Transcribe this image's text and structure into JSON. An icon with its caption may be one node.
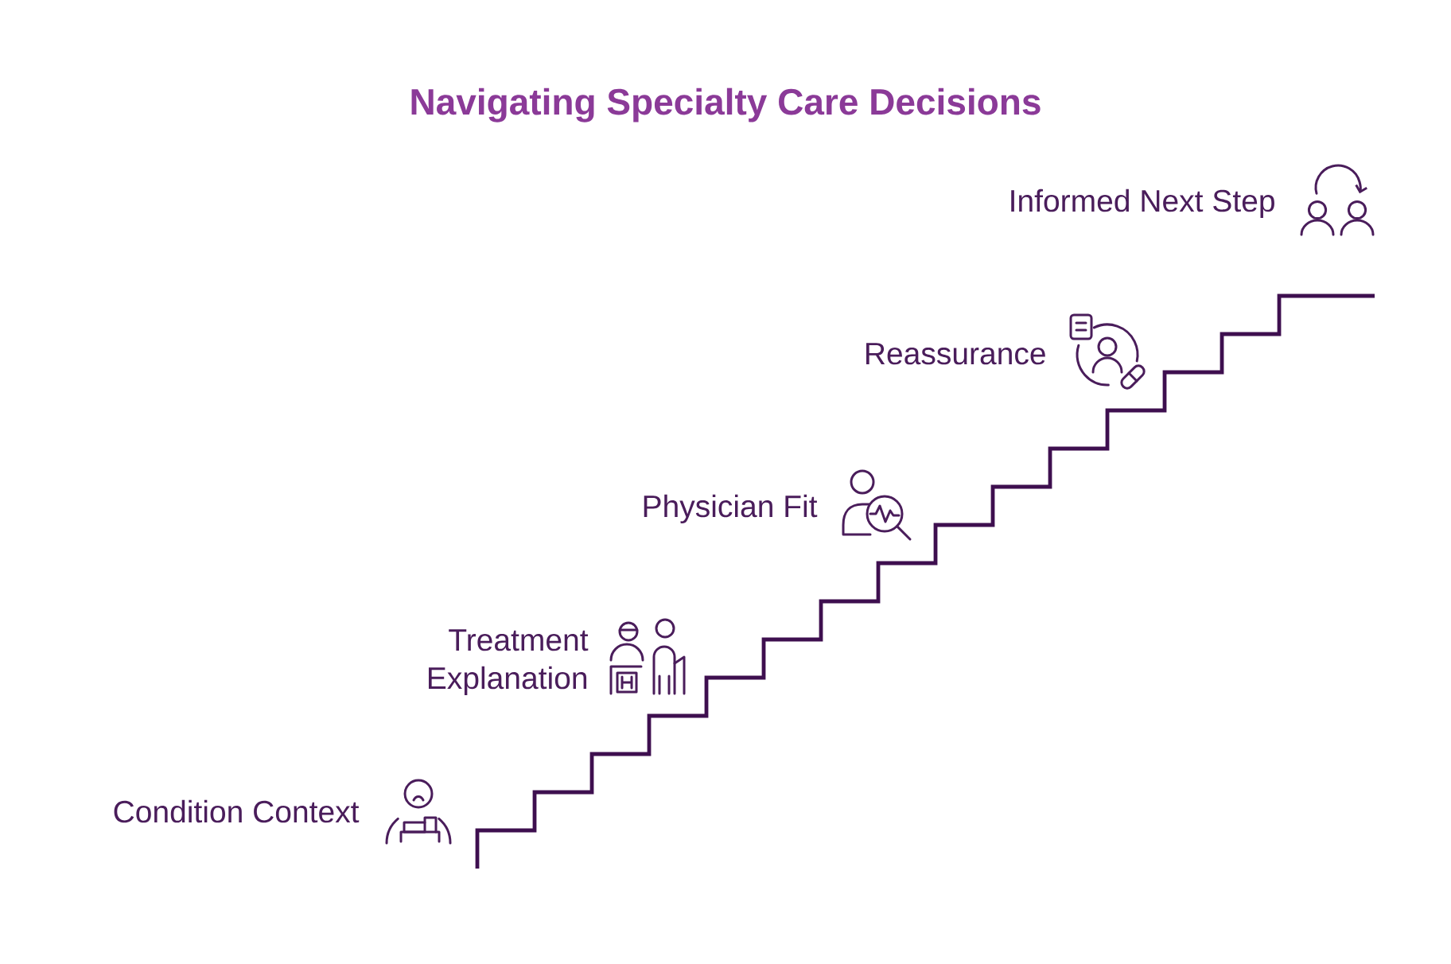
{
  "diagram": {
    "title": "Navigating Specialty Care Decisions",
    "labels": [
      "Condition Context",
      "Treatment Explanation",
      "Physician Fit",
      "Reassurance",
      "Informed Next Step"
    ]
  }
}
